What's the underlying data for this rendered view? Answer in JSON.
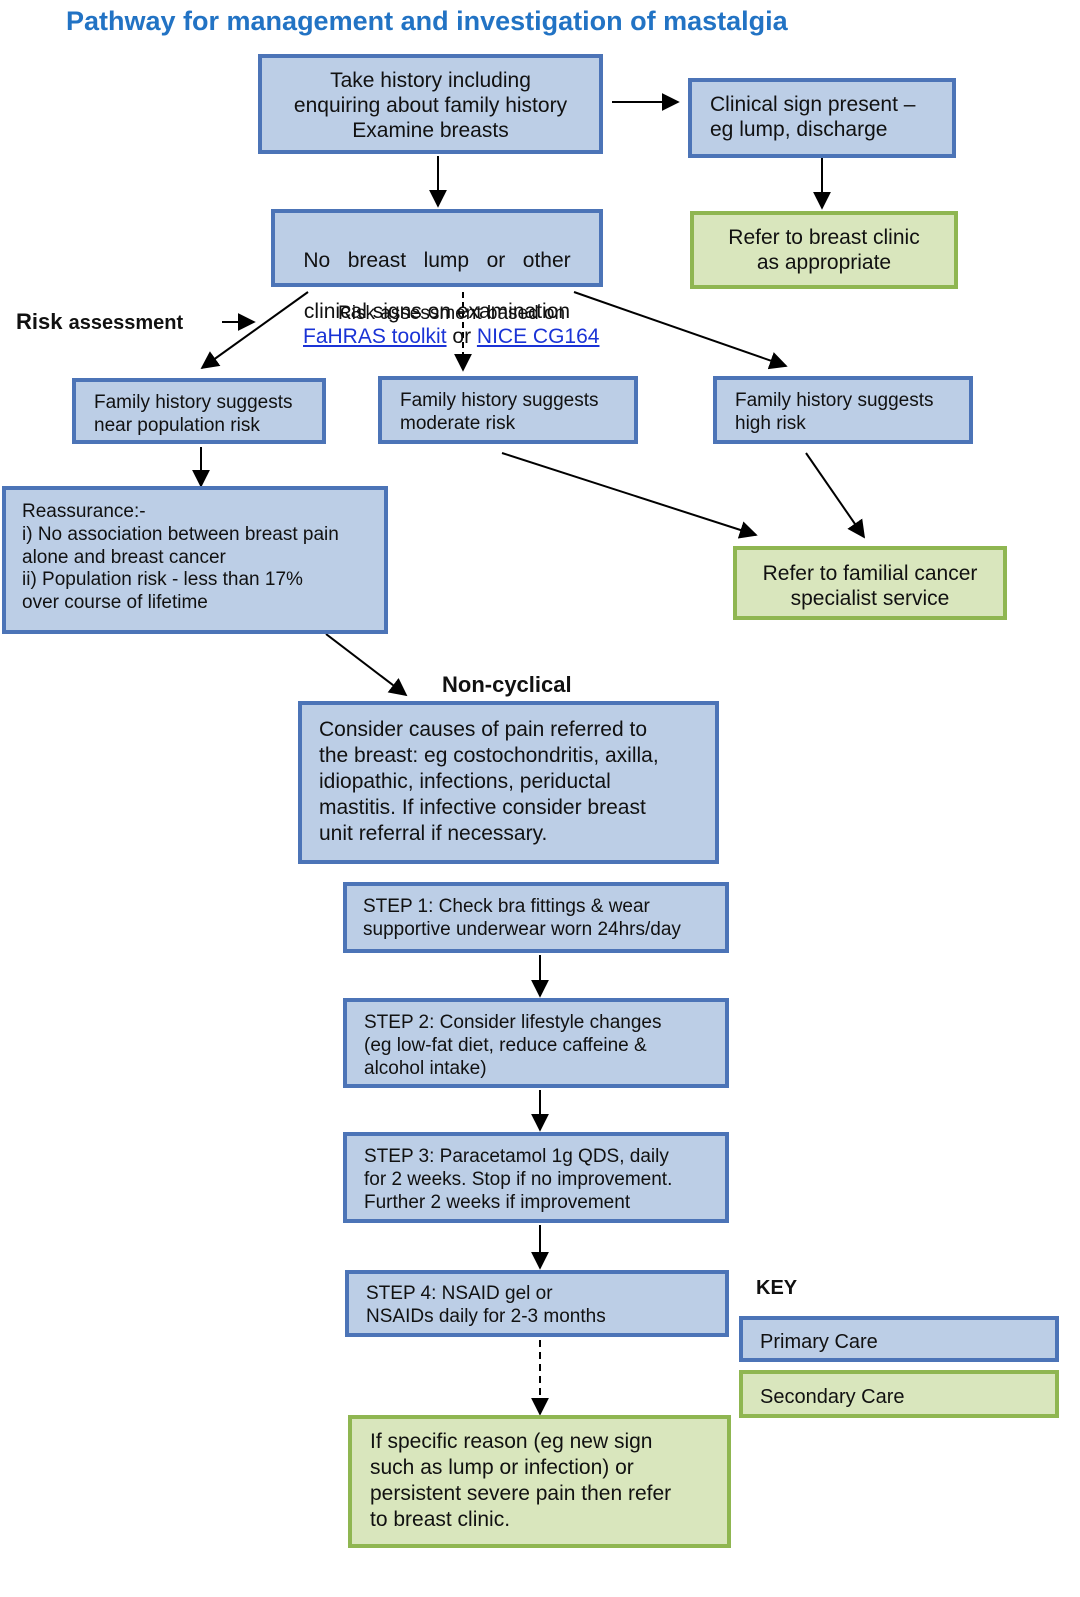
{
  "title": "Pathway for management and investigation of mastalgia",
  "boxes": {
    "history": "Take history including\nenquiring about family history\nExamine breasts",
    "clinical_sign": "Clinical sign present –\neg lump, discharge",
    "refer_breast_clinic": "Refer to breast clinic\nas appropriate",
    "no_lump_line1": "No   breast   lump   or   other",
    "no_lump_line2": "clinical signs on examination",
    "near_population": "Family history suggests\nnear population risk",
    "moderate": "Family history suggests\nmoderate risk",
    "high": "Family history suggests\nhigh risk",
    "reassurance": "Reassurance:-\ni) No association between breast pain\nalone and breast cancer\nii) Population risk - less than 17%\nover course of lifetime",
    "refer_familial": "Refer to familial cancer\nspecialist service",
    "non_cyclical_causes": "Consider causes of pain referred to\nthe breast: eg costochondritis, axilla,\nidiopathic, infections, periductal\nmastitis. If infective consider breast\nunit referral if necessary.",
    "step1": "STEP 1: Check bra fittings & wear\nsupportive underwear worn 24hrs/day",
    "step2": "STEP 2: Consider lifestyle changes\n(eg low-fat diet, reduce caffeine &\nalcohol intake)",
    "step3": "STEP 3:  Paracetamol 1g QDS, daily\nfor 2 weeks. Stop if no improvement.\nFurther 2 weeks if improvement",
    "step4": "STEP 4: NSAID gel or\nNSAIDs daily for 2-3 months",
    "specific_reason": "If specific reason (eg new sign\nsuch as lump or infection) or\npersistent severe pain then refer\nto breast clinic."
  },
  "labels": {
    "risk_assessment_bold": "Risk",
    "risk_assessment_rest": "assessment",
    "risk_based_on": "Risk assessment based on",
    "fahras_link": "FaHRAS toolkit",
    "or": "or",
    "nice_link": "NICE CG164",
    "non_cyclical": "Non-cyclical"
  },
  "key": {
    "title": "KEY",
    "primary": "Primary Care",
    "secondary": "Secondary Care"
  },
  "colors": {
    "primary_fill": "#bccee6",
    "primary_border": "#4c74b7",
    "secondary_fill": "#d9e6bd",
    "secondary_border": "#8fb651",
    "title": "#2273c4",
    "link": "#1a33d6"
  }
}
